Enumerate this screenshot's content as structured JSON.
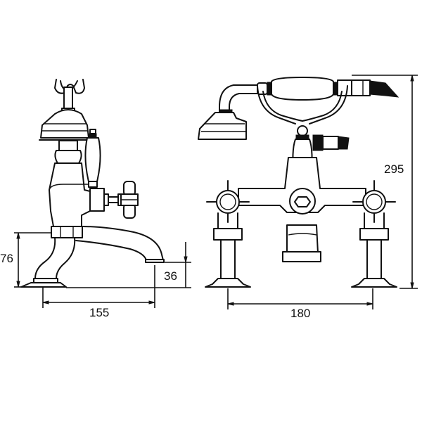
{
  "diagram": {
    "type": "technical-dimension-drawing",
    "subject": "bath shower mixer tap with handset",
    "views": [
      {
        "name": "side-view",
        "dimensions": {
          "inlet_height": "76",
          "spout_height": "36",
          "spout_projection": "155"
        }
      },
      {
        "name": "front-view",
        "dimensions": {
          "overall_height": "295",
          "centres": "180"
        }
      }
    ],
    "colors": {
      "line": "#111111",
      "background": "#ffffff"
    }
  }
}
